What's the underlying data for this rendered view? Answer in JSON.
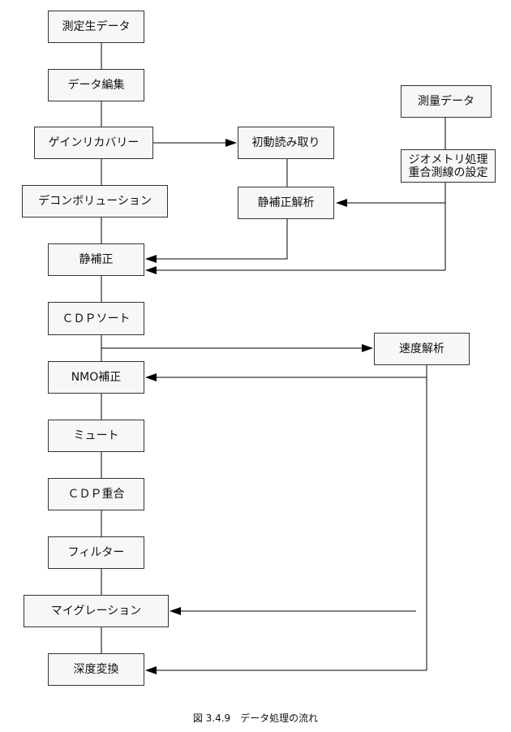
{
  "nodes": {
    "raw_data": "測定生データ",
    "data_edit": "データ編集",
    "gain_recovery": "ゲインリカバリー",
    "deconvolution": "デコンボリューション",
    "static_correction": "静補正",
    "cdp_sort": "ＣＤＰソート",
    "nmo_correction": "NMO補正",
    "mute": "ミュート",
    "cdp_stack": "ＣＤＰ重合",
    "filter": "フィルター",
    "migration": "マイグレーション",
    "depth_conversion": "深度変換",
    "first_break": "初動読み取り",
    "static_analysis": "静補正解析",
    "survey_data": "測量データ",
    "geometry_line1": "ジオメトリ処理",
    "geometry_line2": "重合測線の設定",
    "velocity_analysis": "速度解析"
  },
  "caption": "図 3.4.9　データ処理の流れ",
  "colors": {
    "line": "#000000",
    "box_border": "#333333",
    "box_fill": "#f7f7f7"
  }
}
